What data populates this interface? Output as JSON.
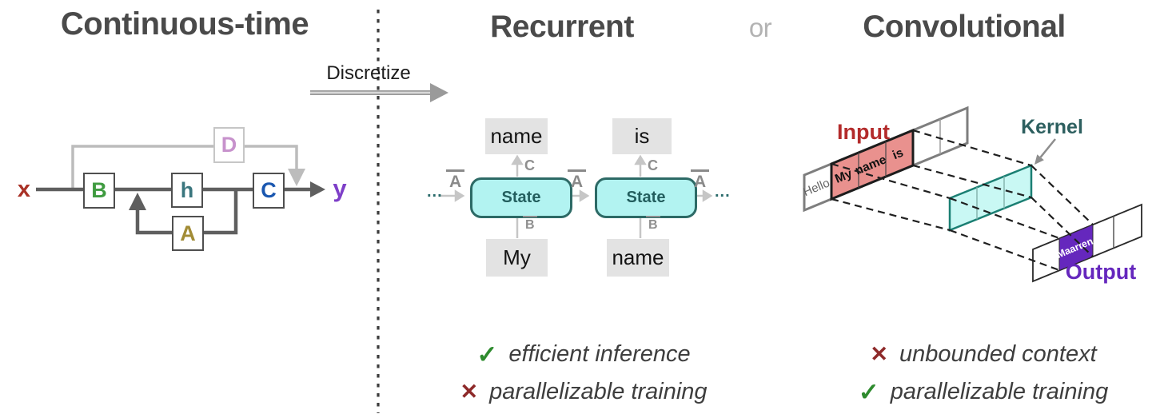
{
  "titles": {
    "continuous": "Continuous-time",
    "recurrent": "Recurrent",
    "or": "or",
    "convolutional": "Convolutional"
  },
  "discretize_label": "Discretize",
  "continuous_diagram": {
    "input_label": "x",
    "output_label": "y",
    "block_B": "B",
    "block_h": "h",
    "block_C": "C",
    "block_A": "A",
    "block_D": "D"
  },
  "recurrent_diagram": {
    "top_words": [
      "name",
      "is"
    ],
    "bottom_words": [
      "My",
      "name"
    ],
    "state_label_1": "State",
    "state_label_2": "State",
    "a_bar": "A",
    "b_bar": "B",
    "c_label": "C",
    "ellipsis": "..."
  },
  "convolutional_diagram": {
    "input_label": "Input",
    "kernel_label": "Kernel",
    "output_label": "Output",
    "input_cells": [
      "Hello",
      "My",
      "name",
      "is"
    ],
    "output_word": "Maarten"
  },
  "pros_cons": {
    "recurrent": [
      {
        "type": "check",
        "glyph": "✓",
        "text": "efficient inference"
      },
      {
        "type": "cross",
        "glyph": "✕",
        "text": "parallelizable training"
      }
    ],
    "convolutional": [
      {
        "type": "cross",
        "glyph": "✕",
        "text": "unbounded context"
      },
      {
        "type": "check",
        "glyph": "✓",
        "text": "parallelizable training"
      }
    ]
  },
  "colors": {
    "heading_gray": "#4a4a4a",
    "x_red": "#a93126",
    "y_purple": "#7e3fc8",
    "B_green": "#3f9b40",
    "h_teal": "#3a767e",
    "C_blue": "#1a57b0",
    "A_olive": "#a28c36",
    "D_orchid": "#c792cc",
    "state_fill": "#b2f3f1",
    "state_border": "#2d6a66",
    "word_box_gray": "#e3e3e3",
    "input_window_salmon": "#e9918e",
    "input_label_red": "#b32b2b",
    "kernel_fill": "#c9f8f4",
    "kernel_border": "#1b7f73",
    "kernel_label_teal": "#2d5f5f",
    "output_cell_purple": "#6527bd",
    "check_green": "#2e8b2e",
    "cross_red": "#8e2a2a"
  }
}
